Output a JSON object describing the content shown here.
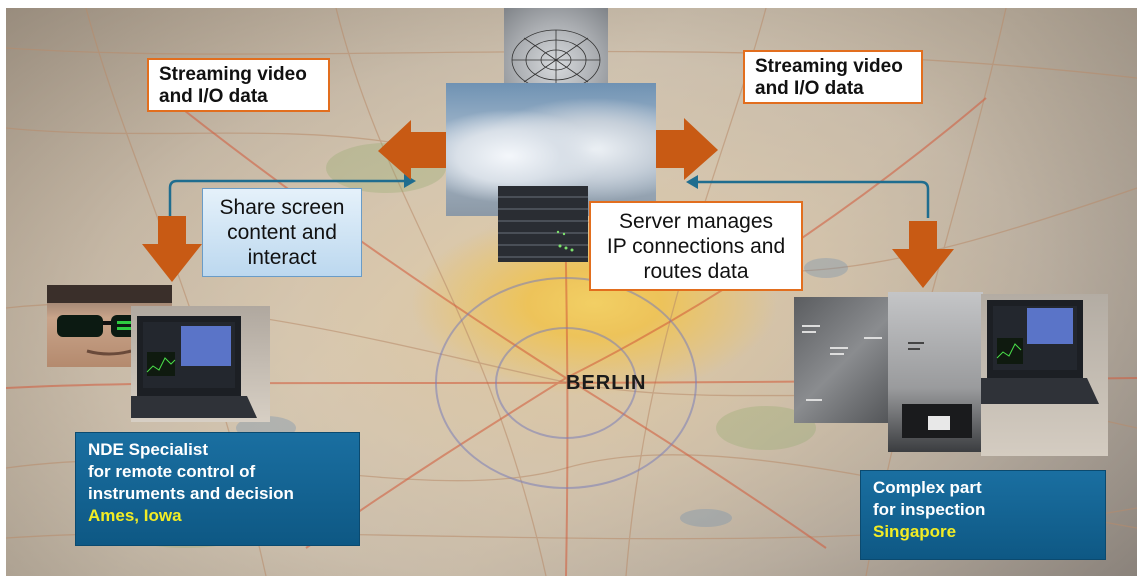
{
  "map": {
    "city_label": "BERLIN"
  },
  "labels": {
    "streaming_left": [
      "Streaming video",
      "and I/O data"
    ],
    "streaming_right": [
      "Streaming video",
      "and I/O data"
    ],
    "share_screen": [
      "Share screen",
      "content and",
      "interact"
    ],
    "server": [
      "Server manages",
      "IP connections and",
      "routes data"
    ]
  },
  "specialist": {
    "lines": [
      "NDE Specialist",
      "for remote control of",
      "instruments and decision"
    ],
    "location": "Ames, Iowa"
  },
  "inspection": {
    "lines": [
      "Complex part",
      "for inspection"
    ],
    "location": "Singapore"
  },
  "colors": {
    "arrow": "#c85a14",
    "connector": "#1f6d8f",
    "teal_box": "#0e5884",
    "location_text": "#f2ec25"
  }
}
